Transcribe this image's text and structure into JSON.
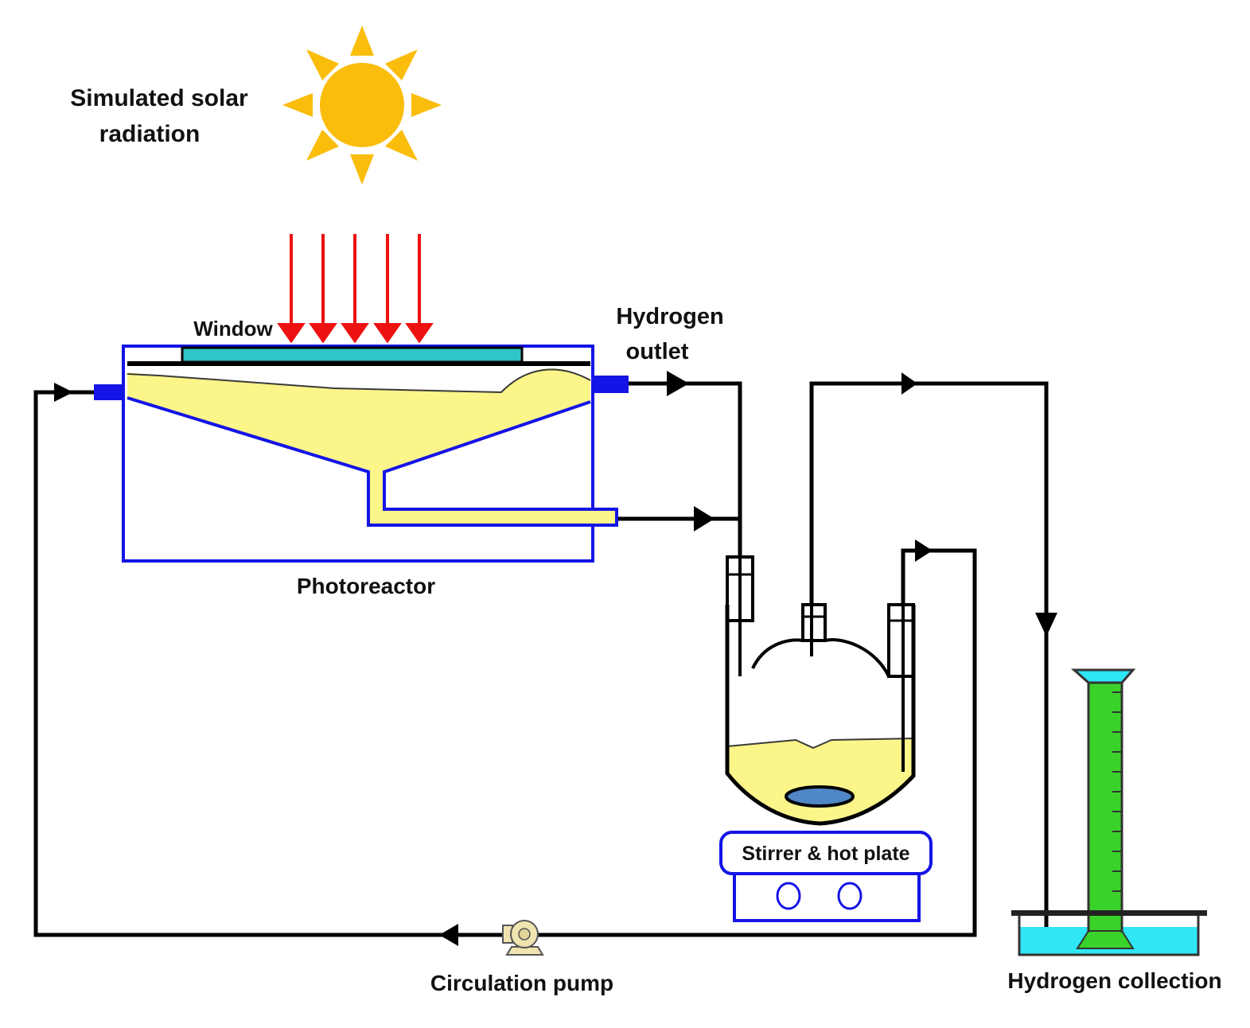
{
  "labels": {
    "solar_line1": "Simulated solar",
    "solar_line2": "radiation",
    "window": "Window",
    "hydrogen_outlet_line1": "Hydrogen",
    "hydrogen_outlet_line2": "outlet",
    "photoreactor": "Photoreactor",
    "stirrer": "Stirrer & hot plate",
    "pump": "Circulation pump",
    "collection": "Hydrogen collection"
  },
  "colors": {
    "frame": "#1414e6",
    "pipe": "#000000",
    "liquid": "#fbf58a",
    "window_glass": "#2ec6c6",
    "sun": "#fbbd0b",
    "ray": "#ee1111",
    "water": "#2fe6f4",
    "cylinder": "#3ad22a",
    "stir_bar": "#4f86c6",
    "pump": "#efe4b0"
  },
  "icons": {
    "sun": "sun-icon",
    "pump": "pump-icon"
  }
}
